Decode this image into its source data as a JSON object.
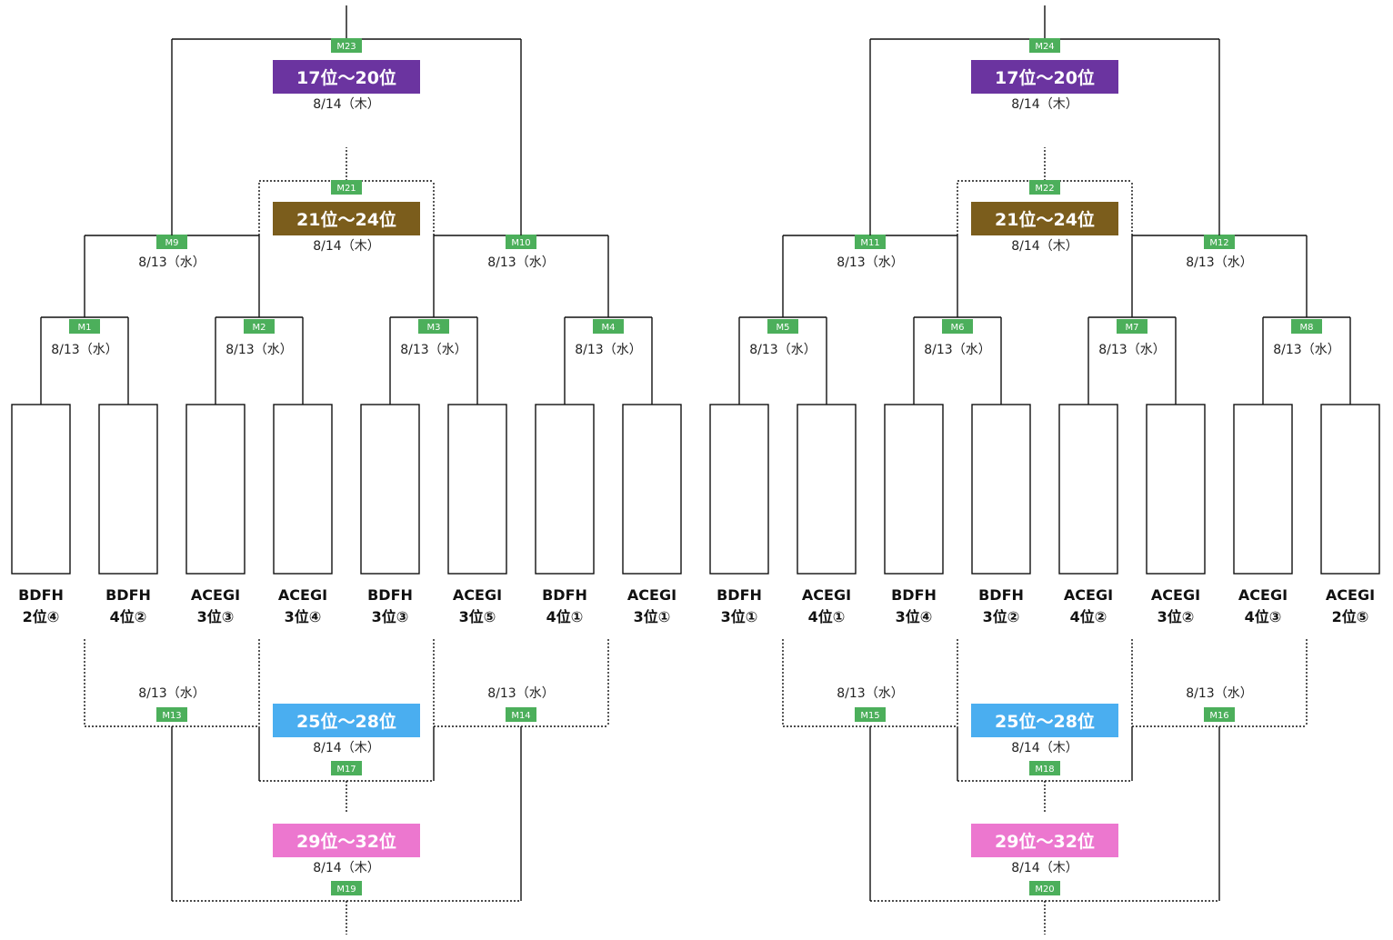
{
  "colors": {
    "line": "#111111",
    "match_badge": "#4caf5b",
    "rank_17_20": "#6b34a0",
    "rank_21_24": "#7b5d1c",
    "rank_25_28": "#4aaef0",
    "rank_29_32": "#ec77cf"
  },
  "groups": [
    {
      "rank_labels": {
        "r17_20": "17位～20位",
        "r21_24": "21位～24位",
        "r25_28": "25位～28位",
        "r29_32": "29位～32位"
      },
      "teams": [
        {
          "line1": "BDFH",
          "line2": "2位④"
        },
        {
          "line1": "BDFH",
          "line2": "4位②"
        },
        {
          "line1": "ACEGI",
          "line2": "3位③"
        },
        {
          "line1": "ACEGI",
          "line2": "3位④"
        },
        {
          "line1": "BDFH",
          "line2": "3位③"
        },
        {
          "line1": "ACEGI",
          "line2": "3位⑤"
        },
        {
          "line1": "BDFH",
          "line2": "4位①"
        },
        {
          "line1": "ACEGI",
          "line2": "3位①"
        }
      ],
      "r1": [
        {
          "id": "M1",
          "date": "8/13（水）"
        },
        {
          "id": "M2",
          "date": "8/13（水）"
        },
        {
          "id": "M3",
          "date": "8/13（水）"
        },
        {
          "id": "M4",
          "date": "8/13（水）"
        }
      ],
      "r2w": [
        {
          "id": "M9",
          "date": "8/13（水）"
        },
        {
          "id": "M10",
          "date": "8/13（水）"
        }
      ],
      "r2l": [
        {
          "id": "M13",
          "date": "8/13（水）"
        },
        {
          "id": "M14",
          "date": "8/13（水）"
        }
      ],
      "m17_20": {
        "id": "M23",
        "date": "8/14（木）"
      },
      "m21_24": {
        "id": "M21",
        "date": "8/14（木）"
      },
      "m25_28": {
        "id": "M17",
        "date": "8/14（木）"
      },
      "m29_32": {
        "id": "M19",
        "date": "8/14（木）"
      }
    },
    {
      "rank_labels": {
        "r17_20": "17位～20位",
        "r21_24": "21位～24位",
        "r25_28": "25位～28位",
        "r29_32": "29位～32位"
      },
      "teams": [
        {
          "line1": "BDFH",
          "line2": "3位①"
        },
        {
          "line1": "ACEGI",
          "line2": "4位①"
        },
        {
          "line1": "BDFH",
          "line2": "3位④"
        },
        {
          "line1": "BDFH",
          "line2": "3位②"
        },
        {
          "line1": "ACEGI",
          "line2": "4位②"
        },
        {
          "line1": "ACEGI",
          "line2": "3位②"
        },
        {
          "line1": "ACEGI",
          "line2": "4位③"
        },
        {
          "line1": "ACEGI",
          "line2": "2位⑤"
        }
      ],
      "r1": [
        {
          "id": "M5",
          "date": "8/13（水）"
        },
        {
          "id": "M6",
          "date": "8/13（水）"
        },
        {
          "id": "M7",
          "date": "8/13（水）"
        },
        {
          "id": "M8",
          "date": "8/13（水）"
        }
      ],
      "r2w": [
        {
          "id": "M11",
          "date": "8/13（水）"
        },
        {
          "id": "M12",
          "date": "8/13（水）"
        }
      ],
      "r2l": [
        {
          "id": "M15",
          "date": "8/13（水）"
        },
        {
          "id": "M16",
          "date": "8/13（水）"
        }
      ],
      "m17_20": {
        "id": "M24",
        "date": "8/14（木）"
      },
      "m21_24": {
        "id": "M22",
        "date": "8/14（木）"
      },
      "m25_28": {
        "id": "M18",
        "date": "8/14（木）"
      },
      "m29_32": {
        "id": "M20",
        "date": "8/14（木）"
      }
    }
  ]
}
